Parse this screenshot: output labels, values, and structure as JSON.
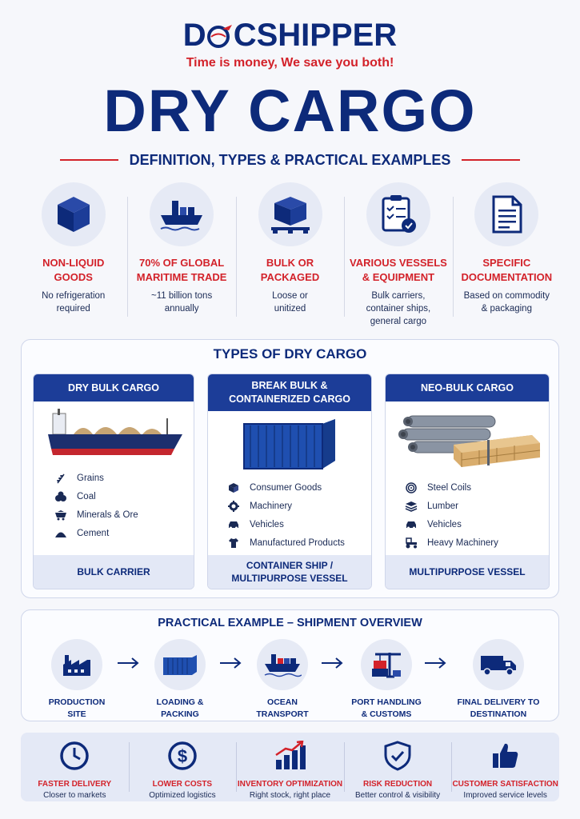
{
  "header": {
    "logo_part1": "D",
    "logo_part2": "CSHIPPER",
    "tagline": "Time is money, We save you both!",
    "title": "DRY CARGO",
    "subtitle": "DEFINITION, TYPES & PRACTICAL EXAMPLES"
  },
  "features": [
    {
      "icon": "cube-icon",
      "title1": "NON-LIQUID",
      "title2": "GOODS",
      "desc1": "No refrigeration",
      "desc2": "required",
      "desc3": ""
    },
    {
      "icon": "cargo-ship-icon",
      "title1": "70% OF GLOBAL",
      "title2": "MARITIME TRADE",
      "desc1": "~11 billion tons",
      "desc2": "annually",
      "desc3": ""
    },
    {
      "icon": "pallet-box-icon",
      "title1": "BULK OR",
      "title2": "PACKAGED",
      "desc1": "Loose or",
      "desc2": "unitized",
      "desc3": ""
    },
    {
      "icon": "checklist-icon",
      "title1": "VARIOUS VESSELS",
      "title2": "& EQUIPMENT",
      "desc1": "Bulk carriers,",
      "desc2": "container ships,",
      "desc3": "general cargo"
    },
    {
      "icon": "document-icon",
      "title1": "SPECIFIC",
      "title2": "DOCUMENTATION",
      "desc1": "Based on commodity",
      "desc2": "& packaging",
      "desc3": ""
    }
  ],
  "types": {
    "title": "TYPES OF DRY CARGO",
    "cards": [
      {
        "head1": "DRY BULK CARGO",
        "head2": "",
        "items": [
          "Grains",
          "Coal",
          "Minerals & Ore",
          "Cement"
        ],
        "foot1": "BULK CARRIER",
        "foot2": ""
      },
      {
        "head1": "BREAK BULK &",
        "head2": "CONTAINERIZED CARGO",
        "items": [
          "Consumer Goods",
          "Machinery",
          "Vehicles",
          "Manufactured Products"
        ],
        "foot1": "CONTAINER SHIP /",
        "foot2": "MULTIPURPOSE VESSEL"
      },
      {
        "head1": "NEO-BULK CARGO",
        "head2": "",
        "items": [
          "Steel Coils",
          "Lumber",
          "Vehicles",
          "Heavy Machinery"
        ],
        "foot1": "MULTIPURPOSE VESSEL",
        "foot2": ""
      }
    ]
  },
  "shipment": {
    "title": "PRACTICAL EXAMPLE – SHIPMENT OVERVIEW",
    "steps": [
      {
        "l1": "PRODUCTION",
        "l2": "SITE"
      },
      {
        "l1": "LOADING &",
        "l2": "PACKING"
      },
      {
        "l1": "OCEAN",
        "l2": "TRANSPORT"
      },
      {
        "l1": "PORT HANDLING",
        "l2": "& CUSTOMS"
      },
      {
        "l1": "FINAL DELIVERY TO",
        "l2": "DESTINATION"
      }
    ]
  },
  "benefits": [
    {
      "icon": "clock-icon",
      "title": "FASTER DELIVERY",
      "desc": "Closer to markets"
    },
    {
      "icon": "dollar-icon",
      "title": "LOWER COSTS",
      "desc": "Optimized logistics"
    },
    {
      "icon": "bar-growth-icon",
      "title": "INVENTORY OPTIMIZATION",
      "desc": "Right stock, right place"
    },
    {
      "icon": "shield-check-icon",
      "title": "RISK REDUCTION",
      "desc": "Better control & visibility"
    },
    {
      "icon": "thumbs-up-icon",
      "title": "CUSTOMER SATISFACTION",
      "desc": "Improved service levels"
    }
  ],
  "colors": {
    "navy": "#0d2a7a",
    "red": "#d3222a",
    "card_head": "#1c3d98"
  }
}
